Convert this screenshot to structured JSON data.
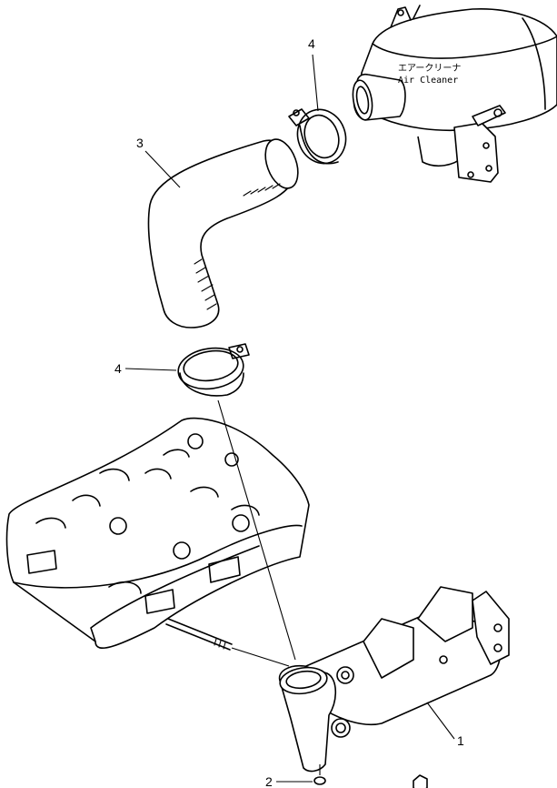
{
  "parts": [
    {
      "number": "1",
      "part": "intake-manifold"
    },
    {
      "number": "2",
      "part": "plug"
    },
    {
      "number": "3",
      "part": "hose"
    },
    {
      "number": "4",
      "part": "clamp-upper"
    },
    {
      "number": "4",
      "part": "clamp-lower"
    }
  ],
  "air_cleaner": {
    "label_jp": "エアークリーナ",
    "label_en": "Air  Cleaner"
  }
}
